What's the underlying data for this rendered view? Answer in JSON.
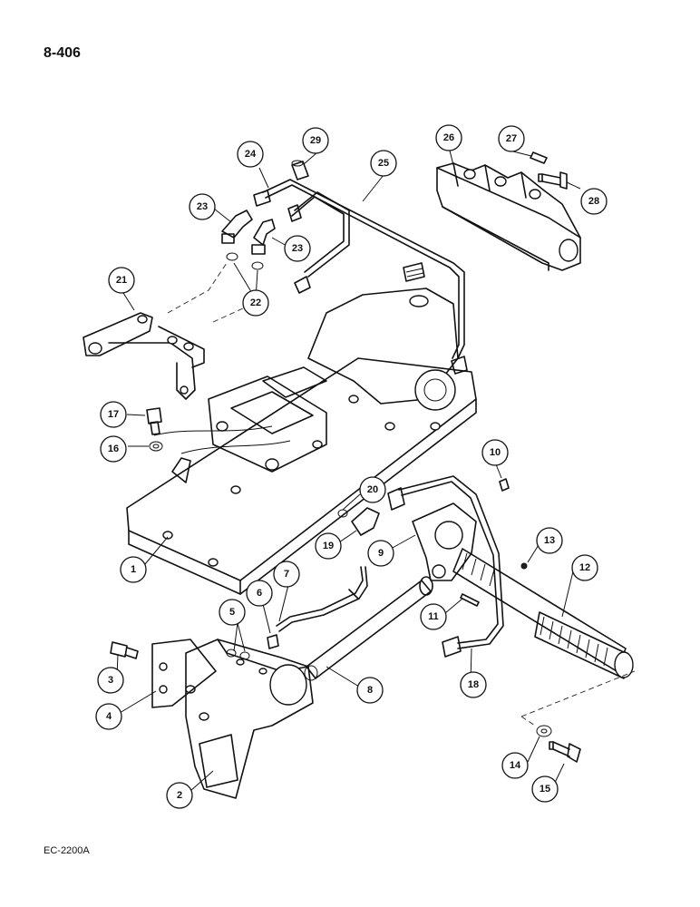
{
  "page": {
    "number": "8-406",
    "figure_code": "EC-2200A"
  },
  "callouts": [
    {
      "id": "c1",
      "label": "1"
    },
    {
      "id": "c2",
      "label": "2"
    },
    {
      "id": "c3",
      "label": "3"
    },
    {
      "id": "c4",
      "label": "4"
    },
    {
      "id": "c5",
      "label": "5"
    },
    {
      "id": "c6",
      "label": "6"
    },
    {
      "id": "c7",
      "label": "7"
    },
    {
      "id": "c8",
      "label": "8"
    },
    {
      "id": "c9",
      "label": "9"
    },
    {
      "id": "c10",
      "label": "10"
    },
    {
      "id": "c11",
      "label": "11"
    },
    {
      "id": "c12",
      "label": "12"
    },
    {
      "id": "c13",
      "label": "13"
    },
    {
      "id": "c14",
      "label": "14"
    },
    {
      "id": "c15",
      "label": "15"
    },
    {
      "id": "c16",
      "label": "16"
    },
    {
      "id": "c17",
      "label": "17"
    },
    {
      "id": "c18",
      "label": "18"
    },
    {
      "id": "c19",
      "label": "19"
    },
    {
      "id": "c20",
      "label": "20"
    },
    {
      "id": "c21",
      "label": "21"
    },
    {
      "id": "c22",
      "label": "22"
    },
    {
      "id": "c23a",
      "label": "23"
    },
    {
      "id": "c23b",
      "label": "23"
    },
    {
      "id": "c24",
      "label": "24"
    },
    {
      "id": "c25",
      "label": "25"
    },
    {
      "id": "c26",
      "label": "26"
    },
    {
      "id": "c27",
      "label": "27"
    },
    {
      "id": "c28",
      "label": "28"
    },
    {
      "id": "c29",
      "label": "29"
    }
  ]
}
